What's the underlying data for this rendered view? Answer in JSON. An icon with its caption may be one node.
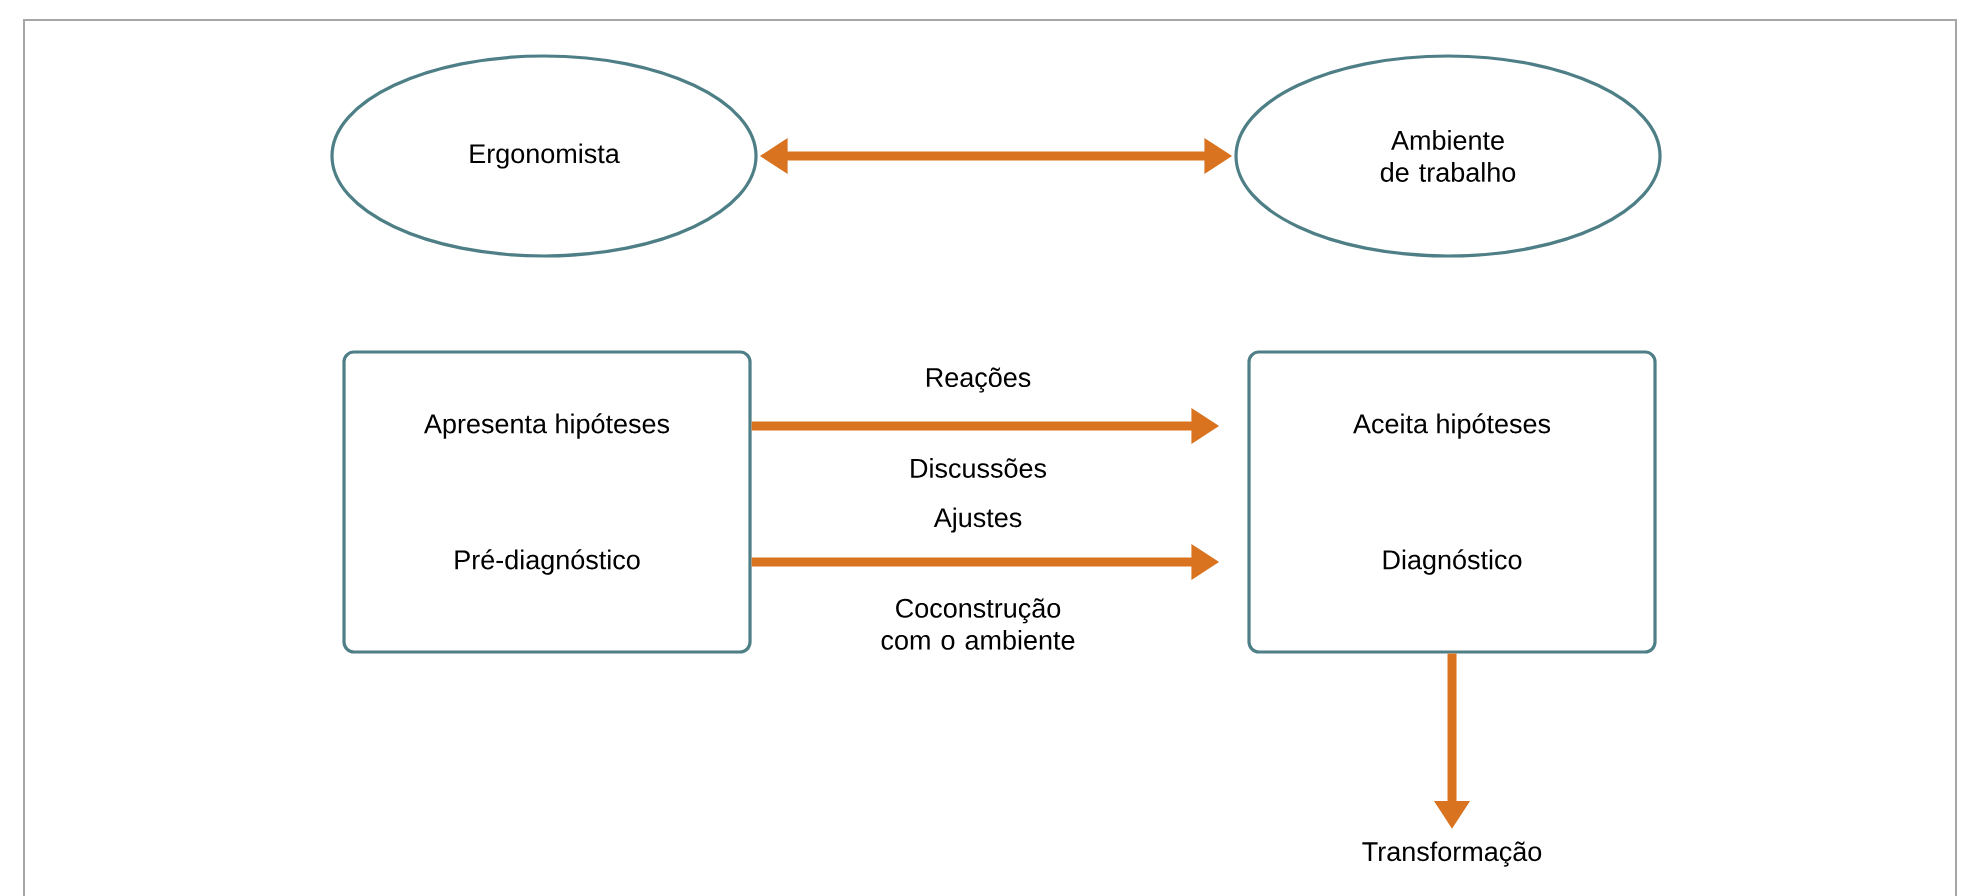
{
  "diagram": {
    "nodes": [
      {
        "text": [
          "Ergonomista"
        ]
      },
      {
        "text": [
          "Ambiente de trabalho"
        ]
      },
      {
        "text": [
          "Apresenta hipóteses",
          "Pré-diagnóstico"
        ]
      },
      {
        "text": [
          "Aceita hipóteses",
          "Diagnóstico"
        ]
      },
      {
        "text": [
          "Transformação"
        ]
      }
    ],
    "edges": [
      {
        "from": 0,
        "to": 1,
        "arrow": "both"
      },
      {
        "from": 2,
        "to": 3,
        "arrow": "to",
        "label": "Reações"
      },
      {
        "from": 2,
        "to": 3,
        "arrow": "to",
        "label": "Ajustes"
      },
      {
        "from": 3,
        "to": 4,
        "arrow": "to"
      }
    ],
    "labels": [
      "Discussões",
      "Coconstrução com o ambiente"
    ]
  }
}
